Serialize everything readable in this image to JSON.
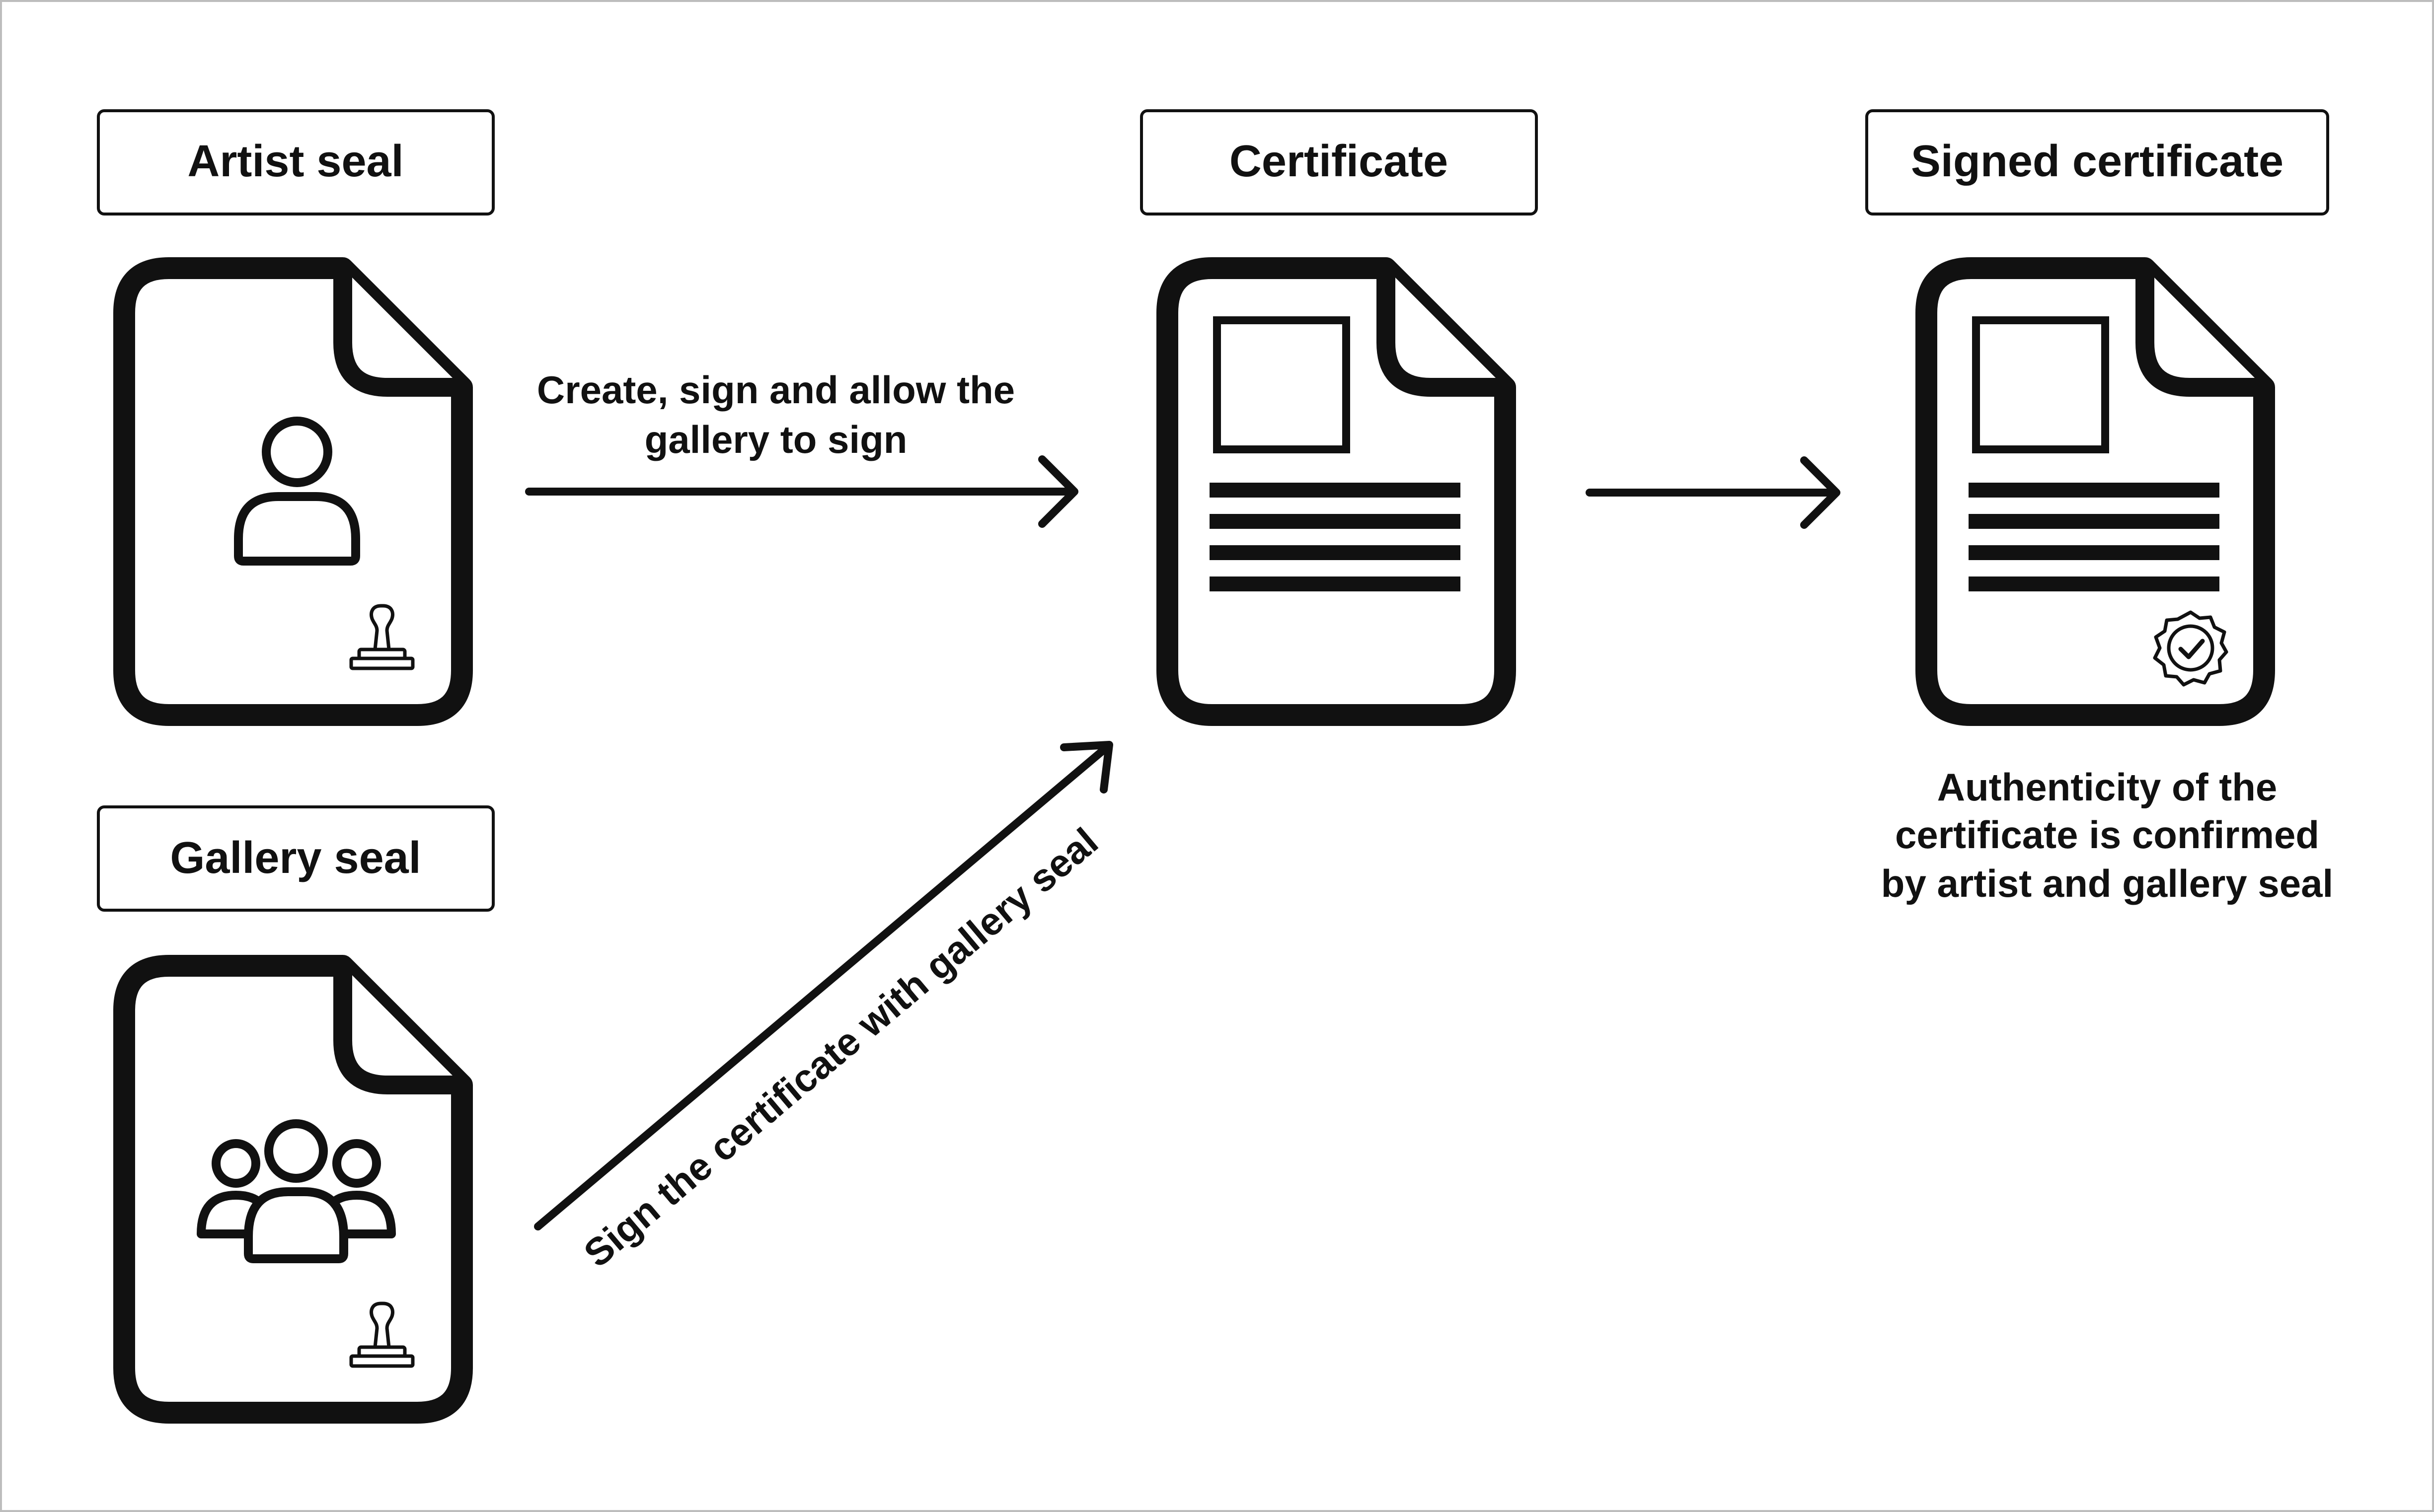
{
  "nodes": {
    "artist_seal": {
      "label": "Artist seal"
    },
    "gallery_seal": {
      "label": "Gallery seal"
    },
    "certificate": {
      "label": "Certificate"
    },
    "signed_certificate": {
      "label": "Signed certificate"
    }
  },
  "edges": {
    "artist_to_certificate": {
      "label_line1": "Create, sign and allow the",
      "label_line2": "gallery to sign"
    },
    "gallery_to_certificate": {
      "label": "Sign the certificate with gallery seal"
    },
    "certificate_to_signed": {
      "label": ""
    }
  },
  "note": {
    "line1": "Authenticity of the",
    "line2": "certificate is confirmed",
    "line3": "by artist and gallery seal"
  },
  "icons": {
    "artist_doc": "person-document-icon",
    "gallery_doc": "group-document-icon",
    "certificate_doc": "certificate-document-icon",
    "signed_doc": "signed-certificate-document-icon",
    "stamp": "stamp-icon",
    "badge": "verified-badge-icon"
  },
  "colors": {
    "ink": "#111111",
    "background": "#ffffff"
  }
}
